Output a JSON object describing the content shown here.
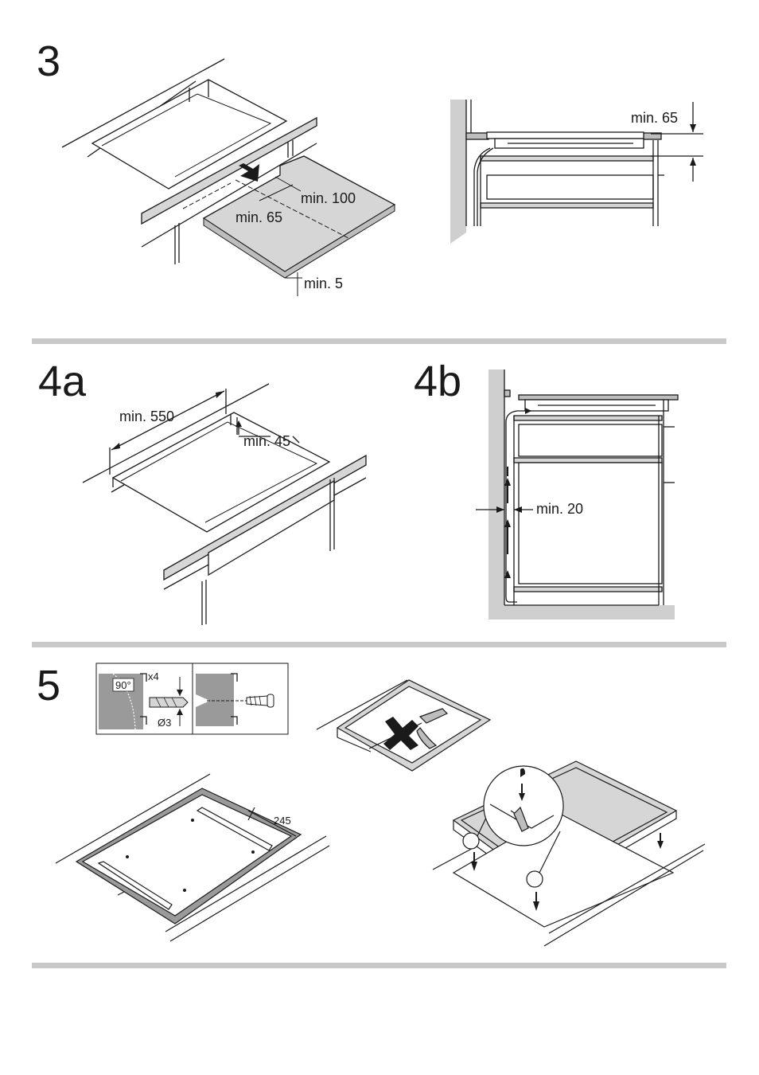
{
  "steps": {
    "s3": {
      "number": "3"
    },
    "s4a": {
      "number": "4a"
    },
    "s4b": {
      "number": "4b"
    },
    "s5": {
      "number": "5"
    }
  },
  "labels": {
    "s3_min100": "min. 100",
    "s3_min65": "min. 65",
    "s3_min5": "min. 5",
    "s3_side_min65": "min. 65",
    "s4a_min550": "min. 550",
    "s4a_min45": "min. 45",
    "s4b_min20": "min. 20",
    "s5_angle": "90°",
    "s5_count": "x4",
    "s5_drill": "Ø3",
    "s5_dim245": "245"
  },
  "colors": {
    "panel_grey": "#d6d6d6",
    "wall_grey": "#cfcfcf",
    "frame_dark": "#7a7a7a",
    "divider": "#c9c9c9"
  },
  "icons": {
    "forbidden": "cross-mark-icon",
    "arrow": "arrow-icon",
    "screw": "screw-icon",
    "drill_bit": "drill-bit-icon"
  }
}
